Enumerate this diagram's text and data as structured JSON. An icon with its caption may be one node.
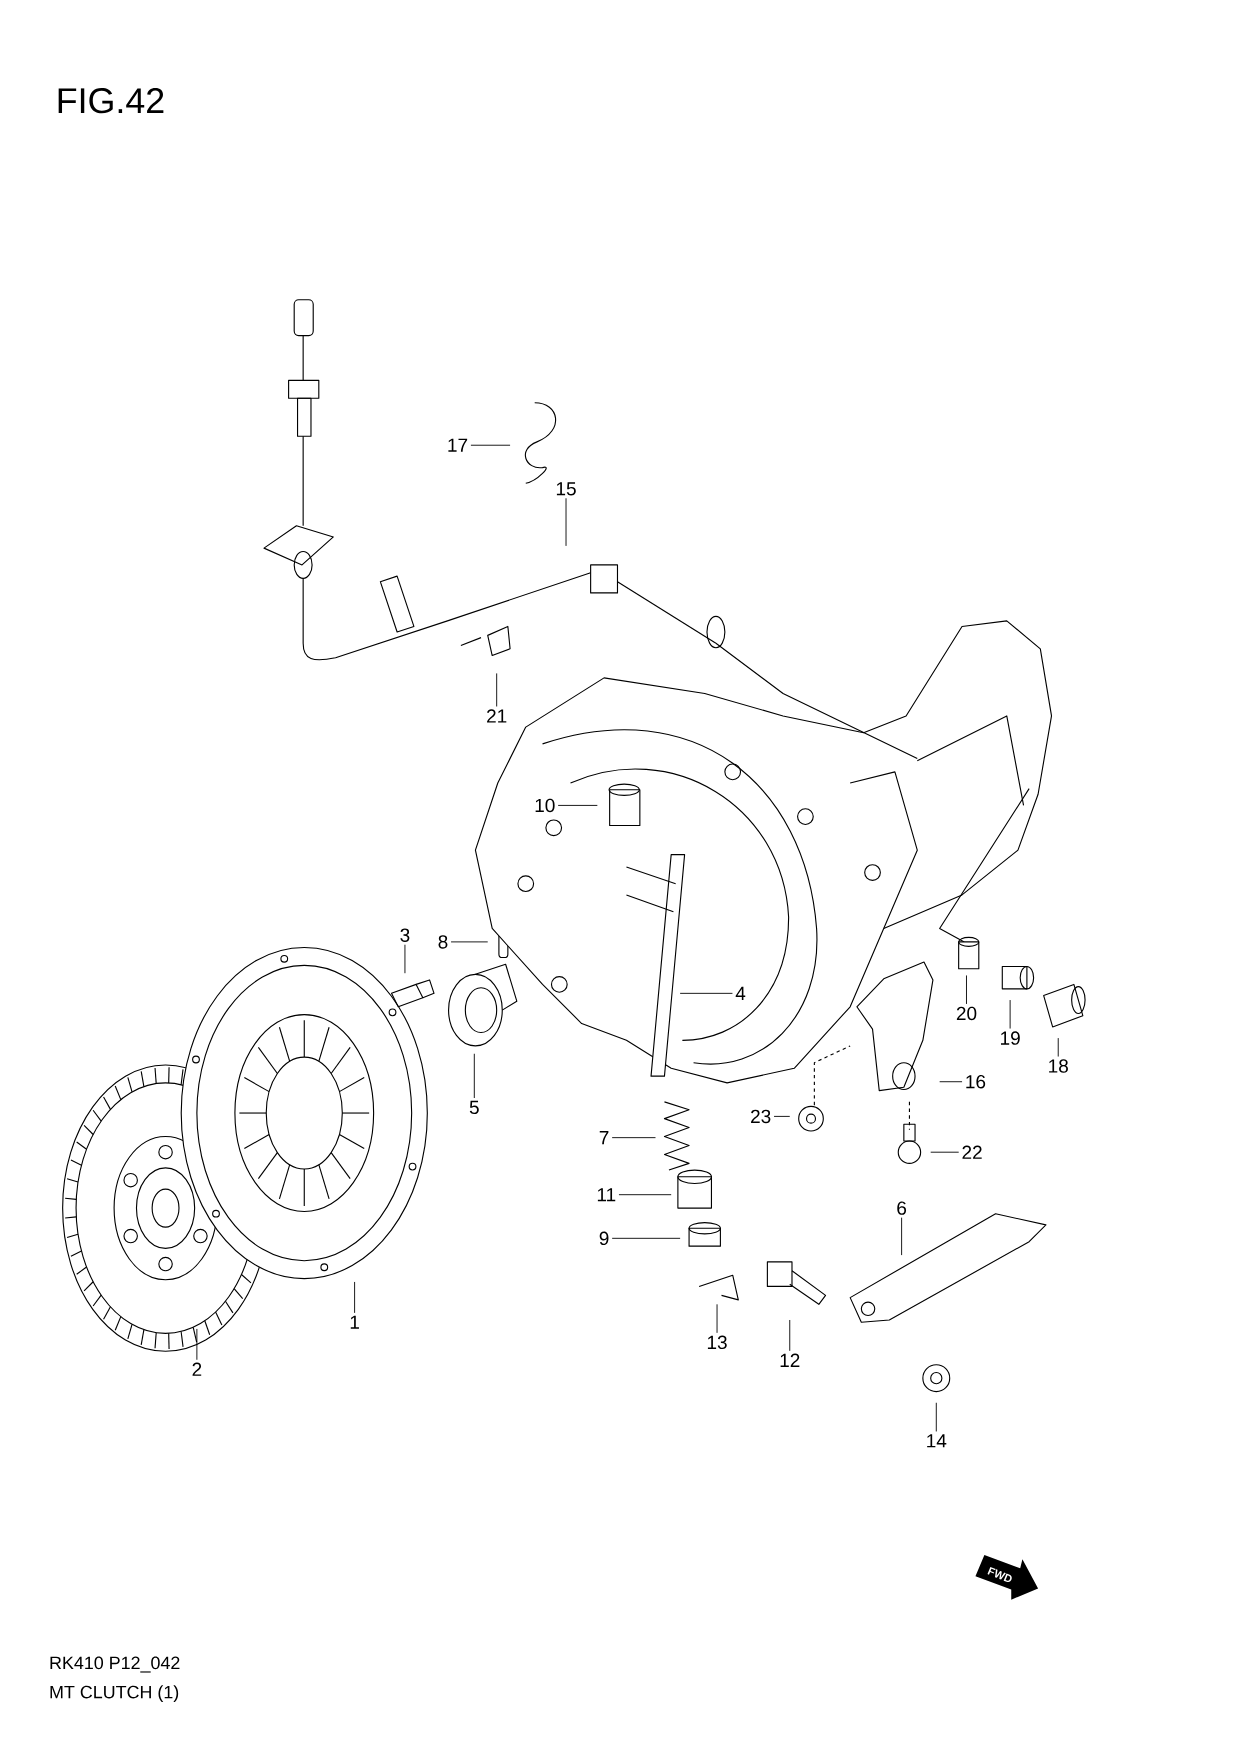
{
  "diagram": {
    "title": "FIG.42",
    "nodes": [
      {
        "text": [
          "1"
        ]
      },
      {
        "text": [
          "2"
        ]
      },
      {
        "text": [
          "3"
        ]
      },
      {
        "text": [
          "4"
        ]
      },
      {
        "text": [
          "5"
        ]
      },
      {
        "text": [
          "6"
        ]
      },
      {
        "text": [
          "7"
        ]
      },
      {
        "text": [
          "8"
        ]
      },
      {
        "text": [
          "9"
        ]
      },
      {
        "text": [
          "10"
        ]
      },
      {
        "text": [
          "11"
        ]
      },
      {
        "text": [
          "12"
        ]
      },
      {
        "text": [
          "13"
        ]
      },
      {
        "text": [
          "14"
        ]
      },
      {
        "text": [
          "15"
        ]
      },
      {
        "text": [
          "16"
        ]
      },
      {
        "text": [
          "17"
        ]
      },
      {
        "text": [
          "18"
        ]
      },
      {
        "text": [
          "19"
        ]
      },
      {
        "text": [
          "20"
        ]
      },
      {
        "text": [
          "21"
        ]
      },
      {
        "text": [
          "22"
        ]
      },
      {
        "text": [
          "23"
        ]
      }
    ],
    "edges": [
      {
        "from": 0,
        "to": null,
        "arrow": "none"
      },
      {
        "from": 1,
        "to": null,
        "arrow": "none"
      },
      {
        "from": 2,
        "to": null,
        "arrow": "none"
      },
      {
        "from": 3,
        "to": null,
        "arrow": "none"
      },
      {
        "from": 4,
        "to": null,
        "arrow": "none"
      },
      {
        "from": 5,
        "to": null,
        "arrow": "none"
      },
      {
        "from": 6,
        "to": null,
        "arrow": "none"
      },
      {
        "from": 7,
        "to": null,
        "arrow": "none"
      },
      {
        "from": 8,
        "to": null,
        "arrow": "none"
      },
      {
        "from": 9,
        "to": null,
        "arrow": "none"
      },
      {
        "from": 10,
        "to": null,
        "arrow": "none"
      },
      {
        "from": 11,
        "to": null,
        "arrow": "none"
      },
      {
        "from": 12,
        "to": null,
        "arrow": "none"
      },
      {
        "from": 13,
        "to": null,
        "arrow": "none"
      },
      {
        "from": 14,
        "to": null,
        "arrow": "none"
      },
      {
        "from": 15,
        "to": null,
        "arrow": "none"
      },
      {
        "from": 16,
        "to": null,
        "arrow": "none"
      },
      {
        "from": 17,
        "to": null,
        "arrow": "none"
      },
      {
        "from": 18,
        "to": null,
        "arrow": "none"
      },
      {
        "from": 19,
        "to": null,
        "arrow": "none"
      },
      {
        "from": 20,
        "to": null,
        "arrow": "none"
      },
      {
        "from": 21,
        "to": null,
        "arrow": "none"
      },
      {
        "from": 22,
        "to": null,
        "arrow": "none"
      }
    ],
    "labels": [
      "FWD",
      "RK410 P12_042",
      "MT CLUTCH (1)"
    ]
  }
}
